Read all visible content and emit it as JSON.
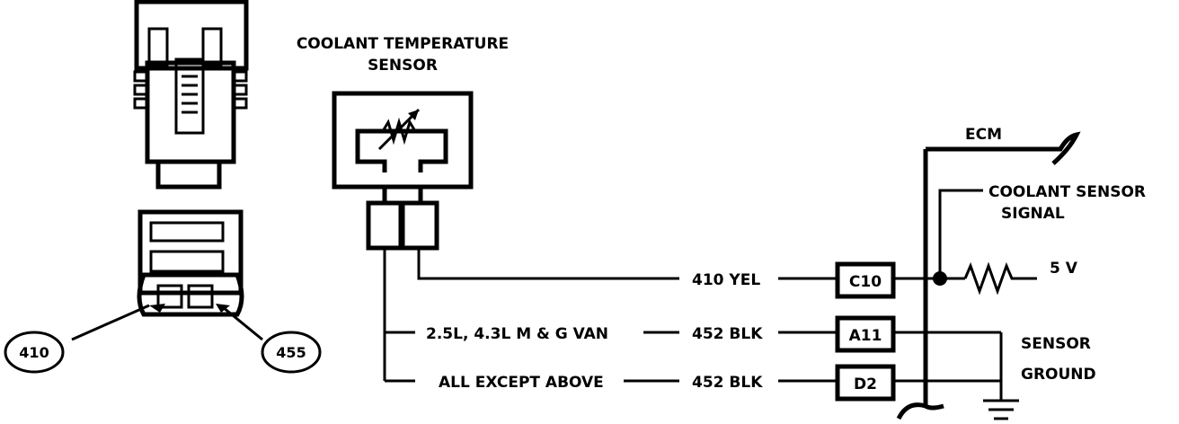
{
  "sensor": {
    "title_line1": "COOLANT TEMPERATURE",
    "title_line2": "SENSOR"
  },
  "ecm": {
    "label": "ECM",
    "signal_line1": "COOLANT SENSOR",
    "signal_line2": "SIGNAL",
    "voltage": "5 V",
    "ground_line1": "SENSOR",
    "ground_line2": "GROUND"
  },
  "connector_callouts": {
    "left": "410",
    "right": "455"
  },
  "wires": [
    {
      "variant": "",
      "circuit": "410 YEL",
      "pin": "C10"
    },
    {
      "variant": "2.5L, 4.3L M & G VAN",
      "circuit": "452 BLK",
      "pin": "A11"
    },
    {
      "variant": "ALL EXCEPT ABOVE",
      "circuit": "452 BLK",
      "pin": "D2"
    }
  ]
}
